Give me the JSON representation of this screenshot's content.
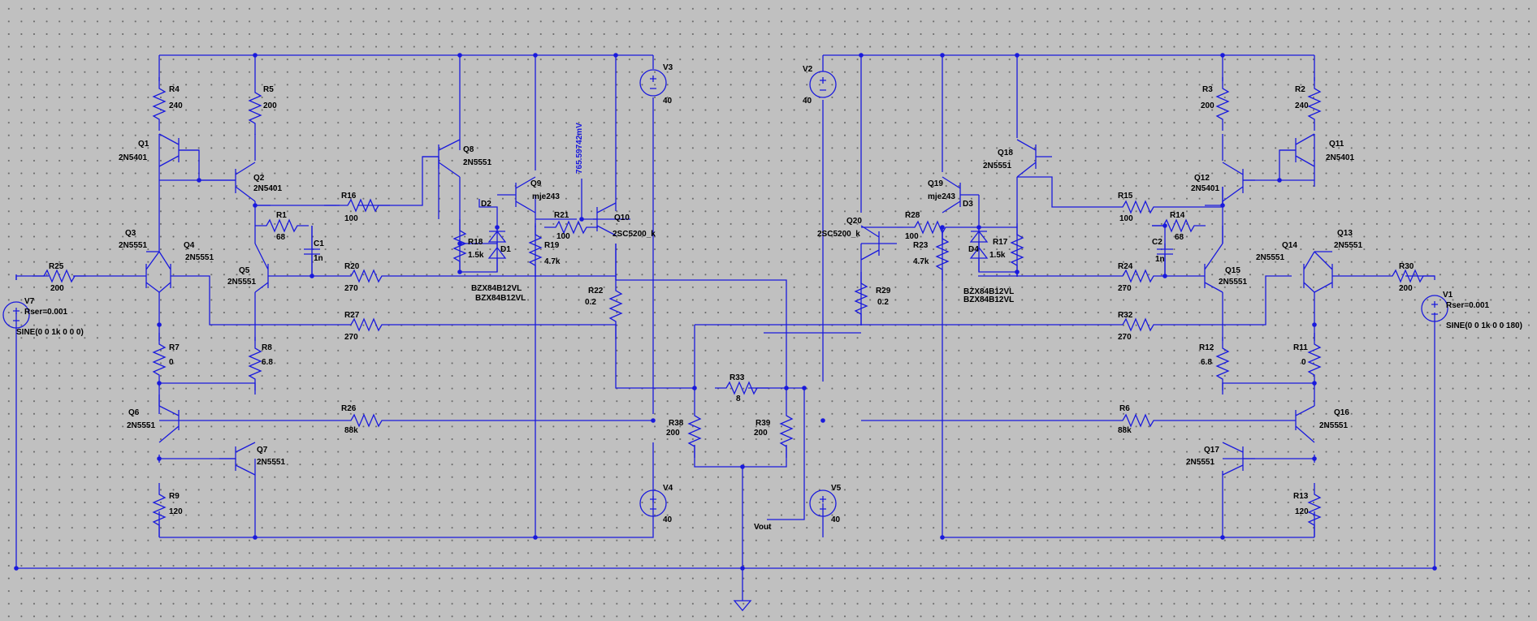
{
  "sources": {
    "V3": {
      "name": "V3",
      "value": "40"
    },
    "V4": {
      "name": "V4",
      "value": "40"
    },
    "V2": {
      "name": "V2",
      "value": "40"
    },
    "V5": {
      "name": "V5",
      "value": "40"
    },
    "V7": {
      "name": "V7",
      "rser": "Rser=0.001",
      "spec": "SINE(0 0 1k 0 0 0)"
    },
    "V1": {
      "name": "V1",
      "rser": "Rser=0.001",
      "spec": "SINE(0 0 1k 0 0 180)"
    }
  },
  "resistors": {
    "R4": {
      "name": "R4",
      "value": "240"
    },
    "R5": {
      "name": "R5",
      "value": "200"
    },
    "R1": {
      "name": "R1",
      "value": "68"
    },
    "R16": {
      "name": "R16",
      "value": "100"
    },
    "R20": {
      "name": "R20",
      "value": "270"
    },
    "R27": {
      "name": "R27",
      "value": "270"
    },
    "R25": {
      "name": "R25",
      "value": "200"
    },
    "R7": {
      "name": "R7",
      "value": "0"
    },
    "R8": {
      "name": "R8",
      "value": "6.8"
    },
    "R26": {
      "name": "R26",
      "value": "88k"
    },
    "R9": {
      "name": "R9",
      "value": "120"
    },
    "R18": {
      "name": "R18",
      "value": "1.5k"
    },
    "R19": {
      "name": "R19",
      "value": "4.7k"
    },
    "R21": {
      "name": "R21",
      "value": "100"
    },
    "R22": {
      "name": "R22",
      "value": "0.2"
    },
    "R33": {
      "name": "R33",
      "value": "8"
    },
    "R38": {
      "name": "R38",
      "value": "200"
    },
    "R39": {
      "name": "R39",
      "value": "200"
    },
    "R29": {
      "name": "R29",
      "value": "0.2"
    },
    "R28": {
      "name": "R28",
      "value": "100"
    },
    "R23": {
      "name": "R23",
      "value": "4.7k"
    },
    "R17": {
      "name": "R17",
      "value": "1.5k"
    },
    "R15": {
      "name": "R15",
      "value": "100"
    },
    "R14": {
      "name": "R14",
      "value": "68"
    },
    "R24": {
      "name": "R24",
      "value": "270"
    },
    "R32": {
      "name": "R32",
      "value": "270"
    },
    "R30": {
      "name": "R30",
      "value": "200"
    },
    "R3": {
      "name": "R3",
      "value": "200"
    },
    "R2": {
      "name": "R2",
      "value": "240"
    },
    "R12": {
      "name": "R12",
      "value": "6.8"
    },
    "R11": {
      "name": "R11",
      "value": "0"
    },
    "R6": {
      "name": "R6",
      "value": "88k"
    },
    "R13": {
      "name": "R13",
      "value": "120"
    }
  },
  "capacitors": {
    "C1": {
      "name": "C1",
      "value": "1n"
    },
    "C2": {
      "name": "C2",
      "value": "1n"
    }
  },
  "transistors": {
    "Q1": {
      "name": "Q1",
      "model": "2N5401"
    },
    "Q2": {
      "name": "Q2",
      "model": "2N5401"
    },
    "Q3": {
      "name": "Q3",
      "model": "2N5551"
    },
    "Q4": {
      "name": "Q4",
      "model": "2N5551"
    },
    "Q5": {
      "name": "Q5",
      "model": "2N5551"
    },
    "Q6": {
      "name": "Q6",
      "model": "2N5551"
    },
    "Q7": {
      "name": "Q7",
      "model": "2N5551"
    },
    "Q8": {
      "name": "Q8",
      "model": "2N5551"
    },
    "Q9": {
      "name": "Q9",
      "model": "mje243"
    },
    "Q10": {
      "name": "Q10",
      "model": "2SC5200_k"
    },
    "Q20": {
      "name": "Q20",
      "model": "2SC5200_k"
    },
    "Q19": {
      "name": "Q19",
      "model": "mje243"
    },
    "Q18": {
      "name": "Q18",
      "model": "2N5551"
    },
    "Q12": {
      "name": "Q12",
      "model": "2N5401"
    },
    "Q11": {
      "name": "Q11",
      "model": "2N5401"
    },
    "Q14": {
      "name": "Q14",
      "model": "2N5551"
    },
    "Q13": {
      "name": "Q13",
      "model": "2N5551"
    },
    "Q15": {
      "name": "Q15",
      "model": "2N5551"
    },
    "Q16": {
      "name": "Q16",
      "model": "2N5551"
    },
    "Q17": {
      "name": "Q17",
      "model": "2N5551"
    }
  },
  "diodes": {
    "D1": {
      "name": "D1",
      "model": "BZX84B12VL"
    },
    "D2": {
      "name": "D2",
      "model": "BZX84B12VL"
    },
    "D3": {
      "name": "D3",
      "model": "BZX84B12VL"
    },
    "D4": {
      "name": "D4",
      "model": "BZX84B12VL"
    }
  },
  "net_labels": {
    "vout": "Vout",
    "probe_voltage": "765.59742mV"
  },
  "colors": {
    "wire": "#1a1adc",
    "background": "#c0c0c0",
    "text": "#000000"
  }
}
